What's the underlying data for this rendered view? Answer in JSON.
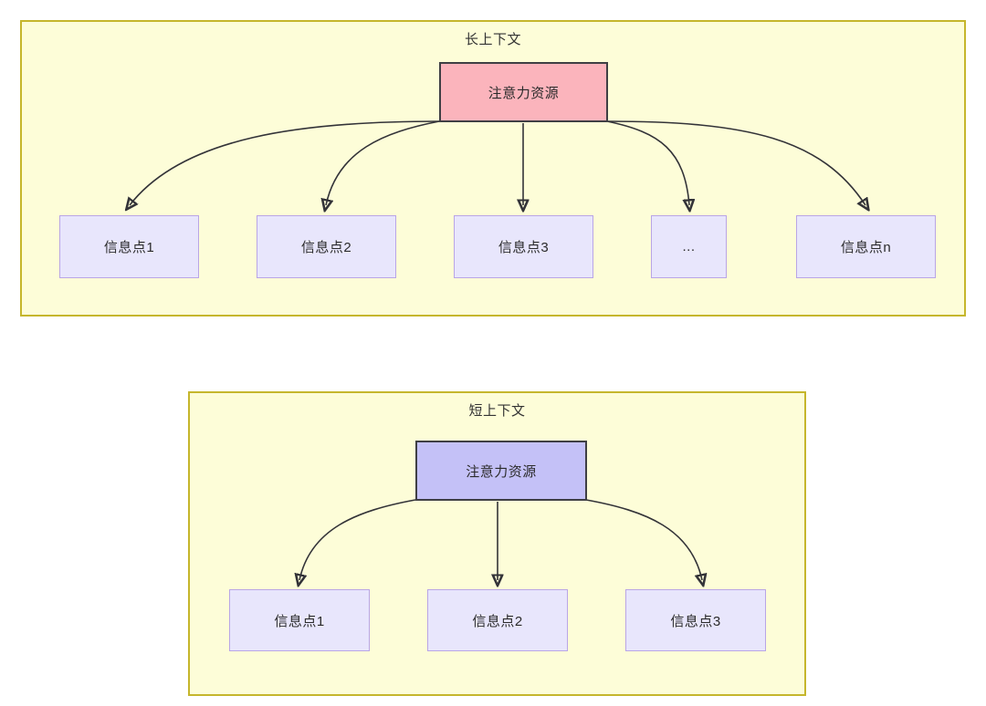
{
  "diagram": {
    "title_long": "长上下文",
    "title_short": "短上下文",
    "colors": {
      "group_fill": "#fdfdd8",
      "group_border": "#c5b62c",
      "attention_long_fill": "#fbb4bc",
      "attention_short_fill": "#c4c1f7",
      "node_border_dark": "#3f3f44",
      "info_fill": "#e8e6fc",
      "info_border": "#b9a5e6",
      "edge_stroke": "#333338"
    }
  },
  "long_context": {
    "title": "长上下文",
    "attention_node": "注意力资源",
    "info_nodes": [
      "信息点1",
      "信息点2",
      "信息点3",
      "...",
      "信息点n"
    ]
  },
  "short_context": {
    "title": "短上下文",
    "attention_node": "注意力资源",
    "info_nodes": [
      "信息点1",
      "信息点2",
      "信息点3"
    ]
  }
}
